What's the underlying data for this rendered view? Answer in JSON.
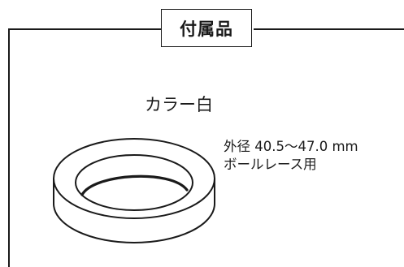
{
  "title": "付属品",
  "item": {
    "color": "カラー白",
    "outer_diameter": "外径 40.5～47.0 mm",
    "usage": "ボールレース用"
  }
}
